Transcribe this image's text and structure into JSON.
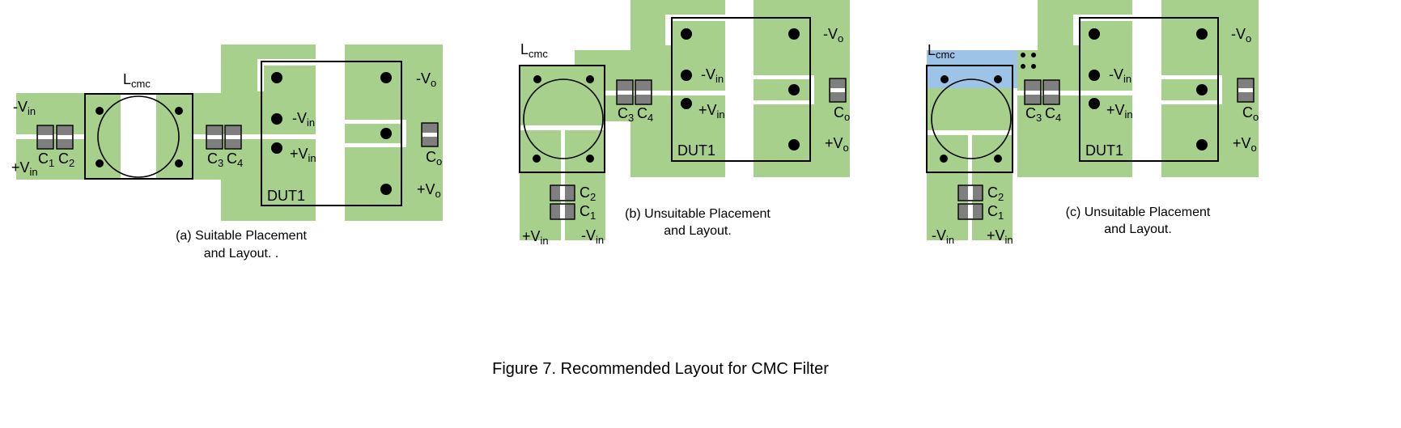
{
  "colors": {
    "pad": "#a8d08d",
    "highlight": "#9dc3e6"
  },
  "figure_title": "Figure 7. Recommended Layout for CMC Filter",
  "panel_a": {
    "caption_line1": "(a) Suitable Placement",
    "caption_line2": "and Layout. .",
    "inductor": {
      "main": "L",
      "sub": "cmc"
    },
    "neg_vin": {
      "main": "-V",
      "sub": "in"
    },
    "pos_vin": {
      "main": "+V",
      "sub": "in"
    },
    "c1": {
      "main": "C",
      "sub": "1"
    },
    "c2": {
      "main": "C",
      "sub": "2"
    },
    "c3": {
      "main": "C",
      "sub": "3"
    },
    "c4": {
      "main": "C",
      "sub": "4"
    },
    "dut_neg_vin": {
      "main": "-V",
      "sub": "in"
    },
    "dut_pos_vin": {
      "main": "+V",
      "sub": "in"
    },
    "dut": "DUT1",
    "neg_vo": {
      "main": "-V",
      "sub": "o"
    },
    "co": {
      "main": "C",
      "sub": "o"
    },
    "pos_vo": {
      "main": "+V",
      "sub": "o"
    }
  },
  "panel_b": {
    "caption_line1": "(b) Unsuitable Placement",
    "caption_line2": "and Layout.",
    "inductor": {
      "main": "L",
      "sub": "cmc"
    },
    "c2": {
      "main": "C",
      "sub": "2"
    },
    "c1": {
      "main": "C",
      "sub": "1"
    },
    "pos_vin": {
      "main": "+V",
      "sub": "in"
    },
    "neg_vin": {
      "main": "-V",
      "sub": "in"
    },
    "c3": {
      "main": "C",
      "sub": "3"
    },
    "c4": {
      "main": "C",
      "sub": "4"
    },
    "dut_neg_vin": {
      "main": "-V",
      "sub": "in"
    },
    "dut_pos_vin": {
      "main": "+V",
      "sub": "in"
    },
    "dut": "DUT1",
    "neg_vo": {
      "main": "-V",
      "sub": "o"
    },
    "co": {
      "main": "C",
      "sub": "o"
    },
    "pos_vo": {
      "main": "+V",
      "sub": "o"
    }
  },
  "panel_c": {
    "caption_line1": "(c) Unsuitable Placement",
    "caption_line2": "and Layout.",
    "inductor": {
      "main": "L",
      "sub": "cmc"
    },
    "c2": {
      "main": "C",
      "sub": "2"
    },
    "c1": {
      "main": "C",
      "sub": "1"
    },
    "neg_vin": {
      "main": "-V",
      "sub": "in"
    },
    "pos_vin": {
      "main": "+V",
      "sub": "in"
    },
    "c3": {
      "main": "C",
      "sub": "3"
    },
    "c4": {
      "main": "C",
      "sub": "4"
    },
    "dut_neg_vin": {
      "main": "-V",
      "sub": "in"
    },
    "dut_pos_vin": {
      "main": "+V",
      "sub": "in"
    },
    "dut": "DUT1",
    "neg_vo": {
      "main": "-V",
      "sub": "o"
    },
    "co": {
      "main": "C",
      "sub": "o"
    },
    "pos_vo": {
      "main": "+V",
      "sub": "o"
    }
  }
}
